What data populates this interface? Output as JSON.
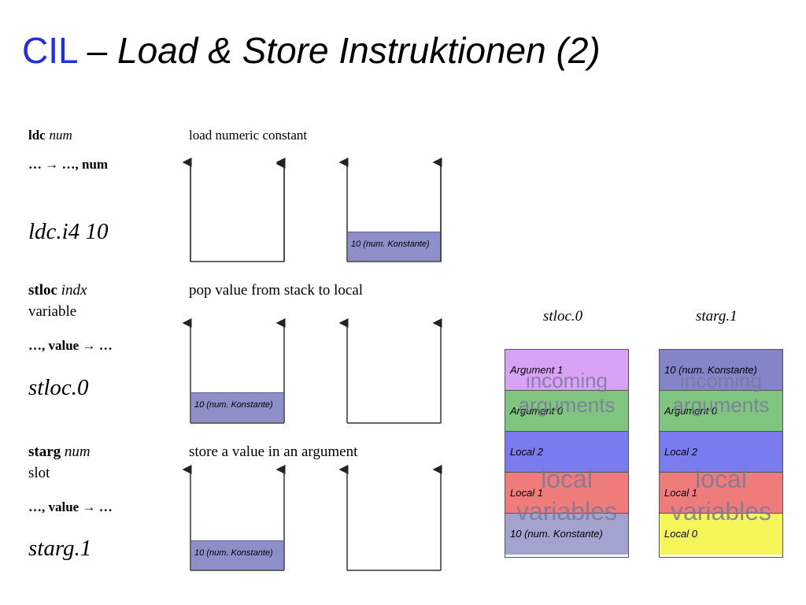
{
  "title": {
    "prefix": "CIL",
    "dash": "–",
    "main": "Load & Store Instruktionen (2)"
  },
  "sections": [
    {
      "op": "ldc",
      "arg": "num",
      "arg2": "",
      "desc": "load numeric constant",
      "transition": "… → …, num",
      "example": "ldc.i4 10",
      "fill_label": "10 (num. Konstante)"
    },
    {
      "op": "stloc",
      "arg": "indx",
      "arg2": "variable",
      "desc": "pop value from stack to local",
      "transition": "…, value → …",
      "example": "stloc.0",
      "fill_label": "10 (num. Konstante)"
    },
    {
      "op": "starg",
      "arg": "num",
      "arg2": "slot",
      "desc": "store a value in an argument",
      "transition": "…, value → …",
      "example": "starg.1",
      "fill_label": "10 (num. Konstante)"
    }
  ],
  "frames": [
    {
      "caption": "stloc.0",
      "segments": [
        {
          "label": "Argument 1",
          "color": "#d9a3f5"
        },
        {
          "label": "Argument 0",
          "color": "#7fc47f"
        },
        {
          "label": "Local 2",
          "color": "#7b7bf0"
        },
        {
          "label": "Local 1",
          "color": "#f07b7b"
        },
        {
          "label": "10 (num. Konstante)",
          "color": "#a3a3cf"
        }
      ]
    },
    {
      "caption": "starg.1",
      "segments": [
        {
          "label": "10 (num. Konstante)",
          "color": "#8484c8"
        },
        {
          "label": "Argument 0",
          "color": "#7fc47f"
        },
        {
          "label": "Local 2",
          "color": "#7b7bf0"
        },
        {
          "label": "Local 1",
          "color": "#f07b7b"
        },
        {
          "label": "Local 0",
          "color": "#f5f55a"
        }
      ]
    }
  ],
  "overlays": {
    "incoming": "incoming",
    "arguments": "arguments",
    "local": "local",
    "variables": "variables"
  }
}
